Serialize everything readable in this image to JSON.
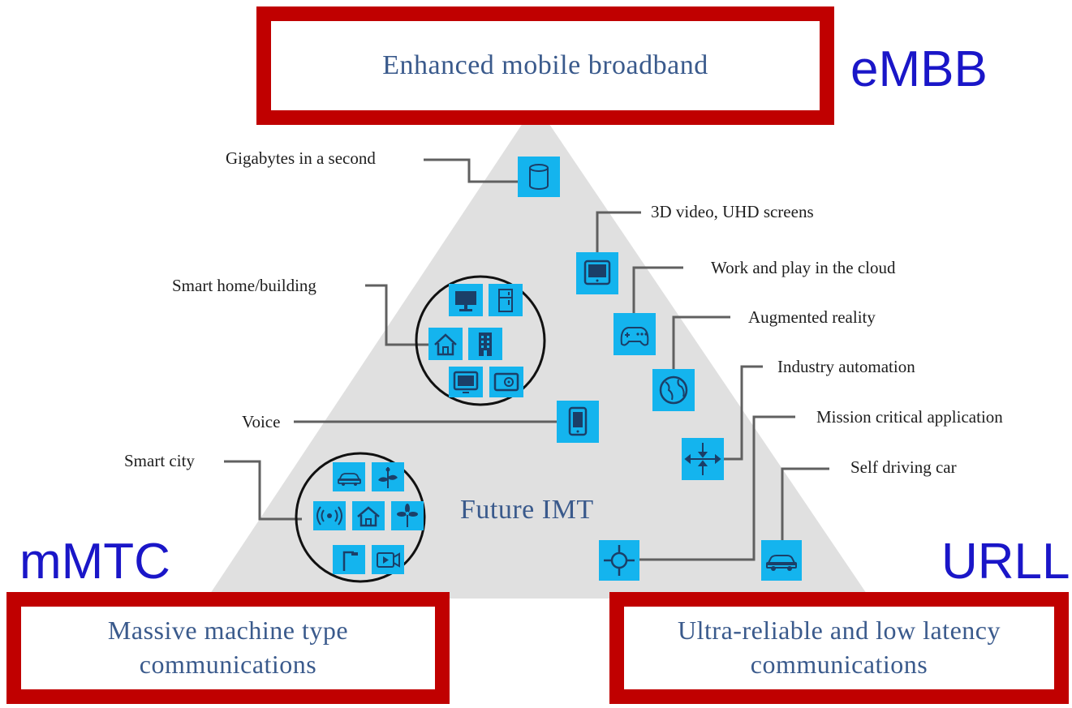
{
  "embb": {
    "title": "Enhanced mobile broadband",
    "abbr": "eMBB"
  },
  "mmtc": {
    "title_line1": "Massive machine type",
    "title_line2": "communications",
    "abbr": "mMTC"
  },
  "urllc": {
    "title_line1": "Ultra-reliable and low latency",
    "title_line2": "communications",
    "abbr": "URLLC"
  },
  "center_title": "Future IMT",
  "labels": {
    "gigabytes": "Gigabytes in a second",
    "video": "3D video, UHD screens",
    "cloud": "Work and play in the cloud",
    "smart_home": "Smart home/building",
    "ar": "Augmented reality",
    "industry": "Industry automation",
    "voice": "Voice",
    "mission": "Mission critical application",
    "smart_city": "Smart city",
    "car": "Self driving car"
  },
  "colors": {
    "frame_red": "#c00000",
    "abbr_blue": "#1a16c8",
    "title_blue": "#3a5a8c",
    "triangle_gray": "#e0e0e0",
    "icon_cyan": "#14b4ee",
    "icon_dark": "#1b3f68",
    "connector_gray": "#606060"
  }
}
